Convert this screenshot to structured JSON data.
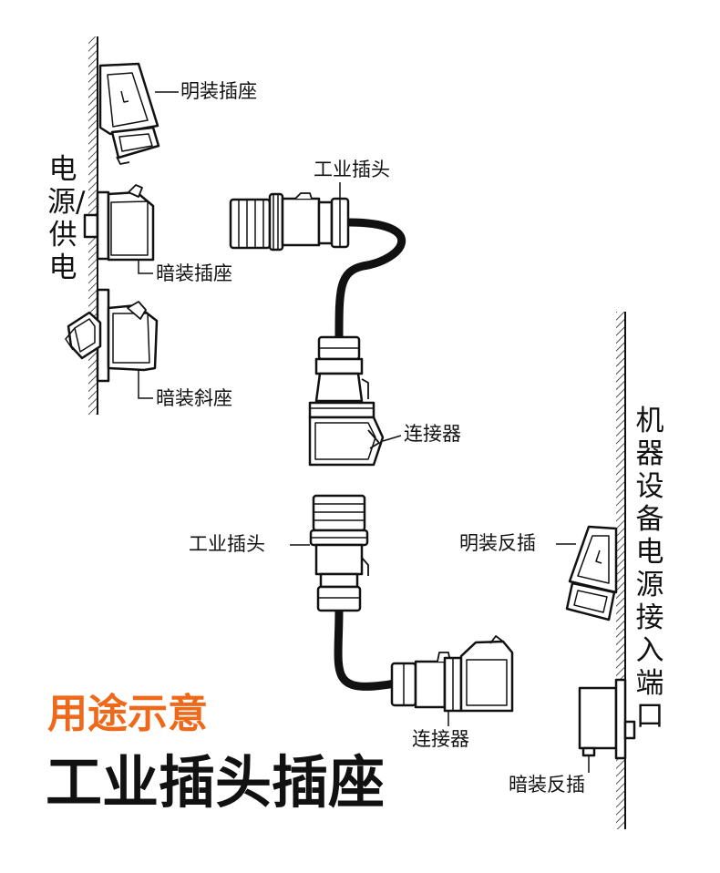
{
  "title": {
    "subtitle": "用途示意",
    "main": "工业插头插座"
  },
  "left_wall": {
    "label": "电源/供电"
  },
  "right_wall": {
    "label": "机器设备电源接入端口"
  },
  "labels": {
    "surface_socket": "明装插座",
    "industrial_plug_top": "工业插头",
    "flush_socket": "暗装插座",
    "flush_angled_socket": "暗装斜座",
    "connector_top": "连接器",
    "industrial_plug_bottom": "工业插头",
    "surface_inlet": "明装反插",
    "connector_bottom": "连接器",
    "flush_inlet": "暗装反插"
  },
  "colors": {
    "accent": "#ee6a1a",
    "ink": "#111111"
  }
}
